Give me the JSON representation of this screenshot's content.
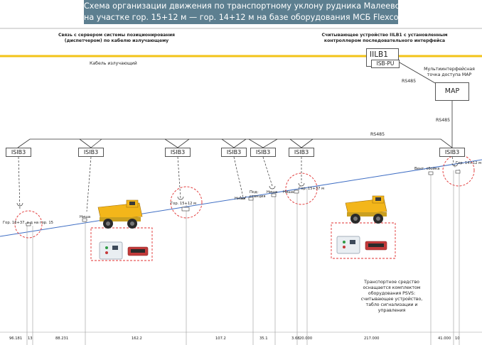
{
  "title": {
    "line1": "Схема организации движения по транспортному уклону рудника Малеевский",
    "line2": "на участке гор. 15+12 м — гор. 14+12 м на базе оборудования МСБ Flexcom"
  },
  "captions": {
    "server_link": "Связь с сервером системы позиционирования (диспетчером) по кабелю излучающему",
    "reader_device": "Считывающее устройство IILB1 с установленным контроллером последовательного интерфейса",
    "cable": "Кабель излучающий",
    "map_access": "Мультиинтерфейсная точка доступа MAP",
    "vehicle_note": "Транспортное средство оснащается комплектом оборудования PSVS: считывающее устройство, табло сигнализации и управления"
  },
  "devices": {
    "iilb1": "IILB1",
    "isb_pu": "ISB-PU",
    "map": "MAP",
    "isib3": [
      "ISIB3",
      "ISIB3",
      "ISIB3",
      "ISIB3",
      "ISIB3",
      "ISIB3",
      "ISIB3"
    ]
  },
  "links": {
    "rs485_a": "RS485",
    "rs485_b": "RS485",
    "rs485_c": "RS485"
  },
  "points": {
    "gor_16": "Гор. 16+37, з-д на гор. 15",
    "nisha_1": "Ниша",
    "gor_15_12": "Гор. 15+12 м",
    "nisha_2": "Ниша",
    "podstanciya": "Под-станция",
    "nisha_3": "Ниша",
    "nisha_4": "Ниша",
    "gor_15_37": "Гор. 15+37 м",
    "vent": "Вент. сбойка",
    "gor_14_12": "Гор. 14+12 м"
  },
  "distances": [
    "96.181",
    "13",
    "88.231",
    "162.2",
    "107.2",
    "35.1",
    "3.68",
    "20.000",
    "217.000",
    "41.000",
    "10"
  ],
  "colors": {
    "title_bg": "#5d7f90",
    "cable_yellow": "#f2c318",
    "slope_line": "#3f6ec4",
    "marker_red": "#e03030",
    "truck_yellow": "#f3b61a"
  }
}
